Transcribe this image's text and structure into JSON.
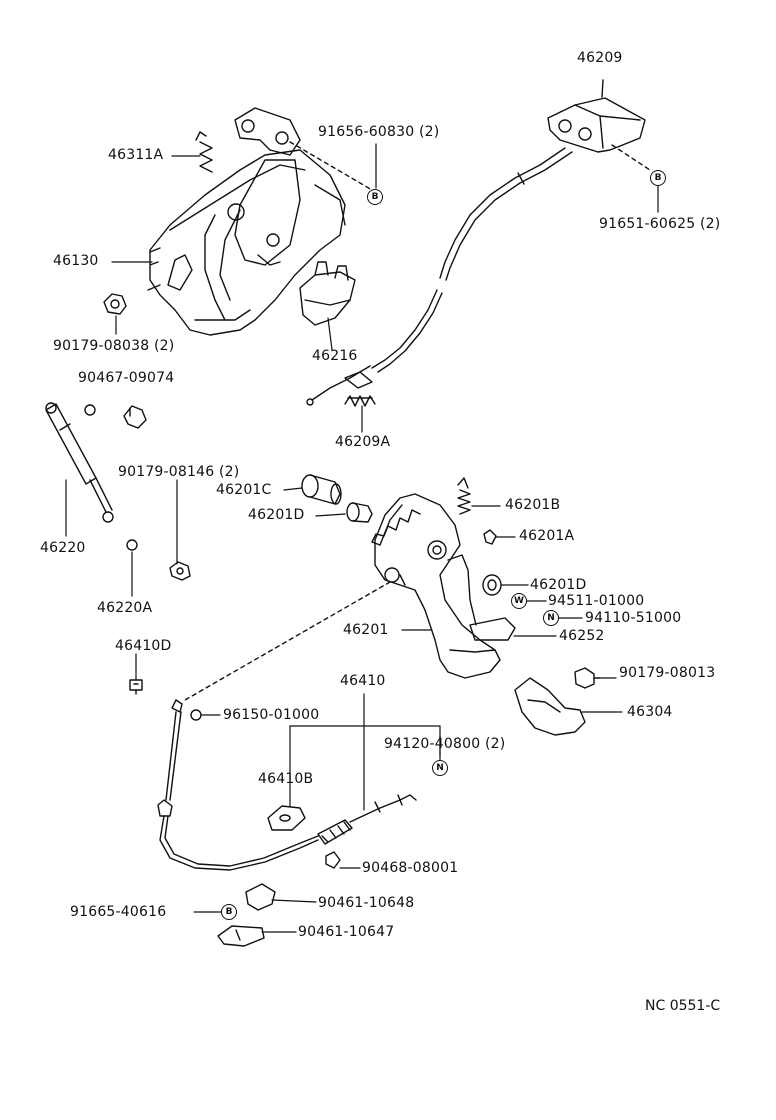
{
  "diagram_code": "NC 0551-C",
  "symbols": {
    "B": "B",
    "N": "N",
    "W": "W"
  },
  "parts": {
    "p46209": "46209",
    "p91656": "91656-60830 (2)",
    "p46311A": "46311A",
    "p91651": "91651-60625 (2)",
    "p46130": "46130",
    "p90179_08038": "90179-08038 (2)",
    "p46216": "46216",
    "p90467": "90467-09074",
    "p46209A": "46209A",
    "p90179_08146": "90179-08146 (2)",
    "p46201C": "46201C",
    "p46201D_a": "46201D",
    "p46201B": "46201B",
    "p46201A": "46201A",
    "p46220": "46220",
    "p46220A": "46220A",
    "p46201D_b": "46201D",
    "p94511": "94511-01000",
    "p94110": "94110-51000",
    "p46201": "46201",
    "p46252": "46252",
    "p46410D": "46410D",
    "p90179_08013": "90179-08013",
    "p46410": "46410",
    "p46304": "46304",
    "p96150": "96150-01000",
    "p94120": "94120-40800 (2)",
    "p46410B": "46410B",
    "p90468": "90468-08001",
    "p91665": "91665-40616",
    "p90461_10648": "90461-10648",
    "p90461_10647": "90461-10647"
  }
}
